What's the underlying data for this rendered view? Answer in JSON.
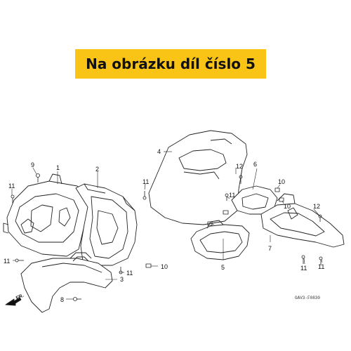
{
  "banner": {
    "text": "Na obrázku díl číslo 5",
    "color": "#f9c416"
  },
  "direction_label": "FR.",
  "diagram_code": "GAV3-F0830",
  "callouts": {
    "c1": "1",
    "c2": "2",
    "c3": "3",
    "c4": "4",
    "c5": "5",
    "c6": "6",
    "c7": "7",
    "c8": "8",
    "c9": "9",
    "c10a": "10",
    "c10b": "10",
    "c10c": "10",
    "c11a": "11",
    "c11b": "11",
    "c11c": "11",
    "c11d": "11",
    "c11e": "11",
    "c11f": "11",
    "c11g": "11",
    "c12a": "12",
    "c12b": "12"
  }
}
